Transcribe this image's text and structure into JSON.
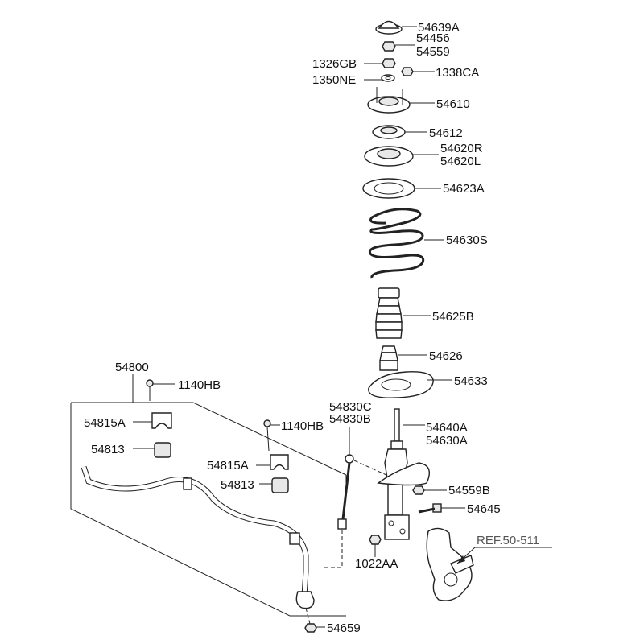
{
  "diagram": {
    "parts": {
      "p54639A": "54639A",
      "p54456": "54456",
      "p54559": "54559",
      "p1326GB": "1326GB",
      "p1338CA": "1338CA",
      "p1350NE": "1350NE",
      "p54610": "54610",
      "p54612": "54612",
      "p54620R": "54620R",
      "p54620L": "54620L",
      "p54623A": "54623A",
      "p54630S": "54630S",
      "p54625B": "54625B",
      "p54626": "54626",
      "p54633": "54633",
      "p54640A": "54640A",
      "p54630A": "54630A",
      "p54830C": "54830C",
      "p54830B": "54830B",
      "p54559B": "54559B",
      "p54645": "54645",
      "p1022AA": "1022AA",
      "p54800": "54800",
      "p1140HB_a": "1140HB",
      "p1140HB_b": "1140HB",
      "p54815A_a": "54815A",
      "p54813_a": "54813",
      "p54815A_b": "54815A",
      "p54813_b": "54813",
      "p54659": "54659"
    },
    "reference": "REF.50-511"
  }
}
